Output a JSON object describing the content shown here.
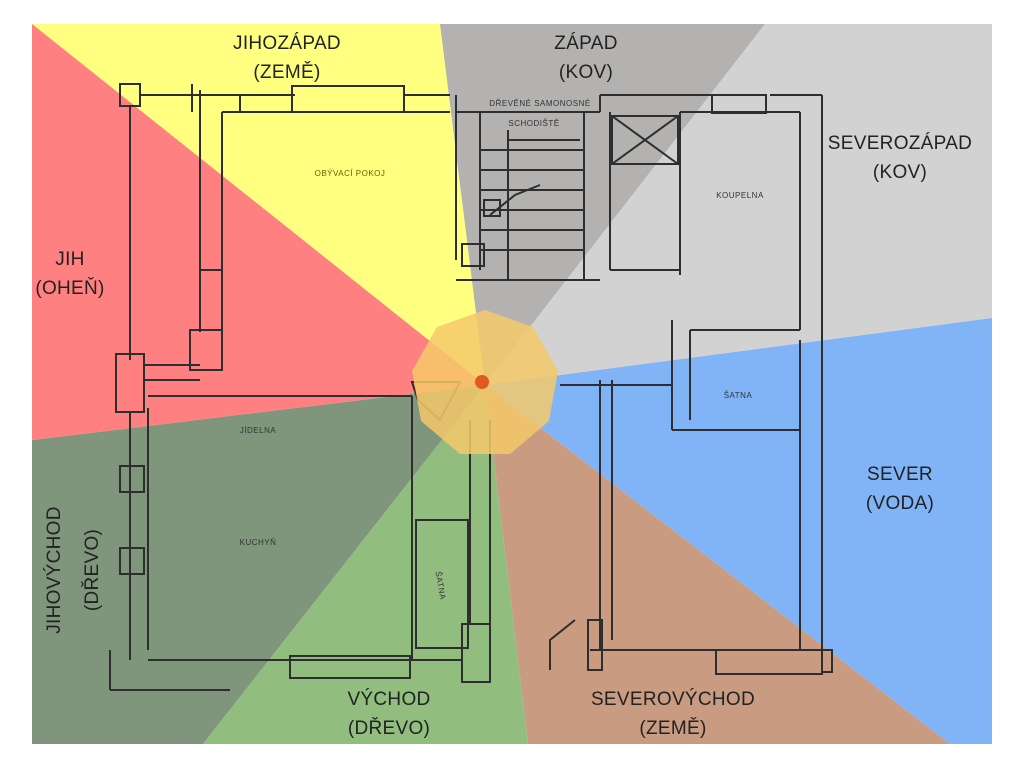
{
  "zones": {
    "jihozapad": {
      "line1": "JIHOZÁPAD",
      "line2": "(ZEMĚ)",
      "color": "#FFFF80"
    },
    "zapad": {
      "line1": "ZÁPAD",
      "line2": "(KOV)",
      "color": "#B3B2B1"
    },
    "severozapad": {
      "line1": "SEVEROZÁPAD",
      "line2": "(KOV)",
      "color": "#D2D2D2"
    },
    "sever": {
      "line1": "SEVER",
      "line2": "(VODA)",
      "color": "#80B4F7"
    },
    "severovychod": {
      "line1": "SEVEROVÝCHOD",
      "line2": "(ZEMĚ)",
      "color": "#C99B80"
    },
    "vychod": {
      "line1": "VÝCHOD",
      "line2": "(DŘEVO)",
      "color": "#91BE7F"
    },
    "jihovychod": {
      "line1": "JIHOVÝCHOD",
      "line2": "(DŘEVO)",
      "color": "#7F957C"
    },
    "jih": {
      "line1": "JIH",
      "line2": "(OHEŇ)",
      "color": "#FF8080"
    }
  },
  "center": {
    "color": "#F5C96A",
    "marker_color": "#E05A20"
  },
  "rooms": {
    "obyvaci_pokoj": "OBÝVACÍ POKOJ",
    "drevene_schodiste": "DŘEVĚNÉ SAMONOSNÉ",
    "schodiste": "SCHODIŠTĚ",
    "koupelna": "KOUPELNA",
    "satna_1": "ŠATNA",
    "jidelna": "JÍDELNA",
    "kuchyn": "KUCHYŇ",
    "satna_2": "ŠATNA"
  }
}
